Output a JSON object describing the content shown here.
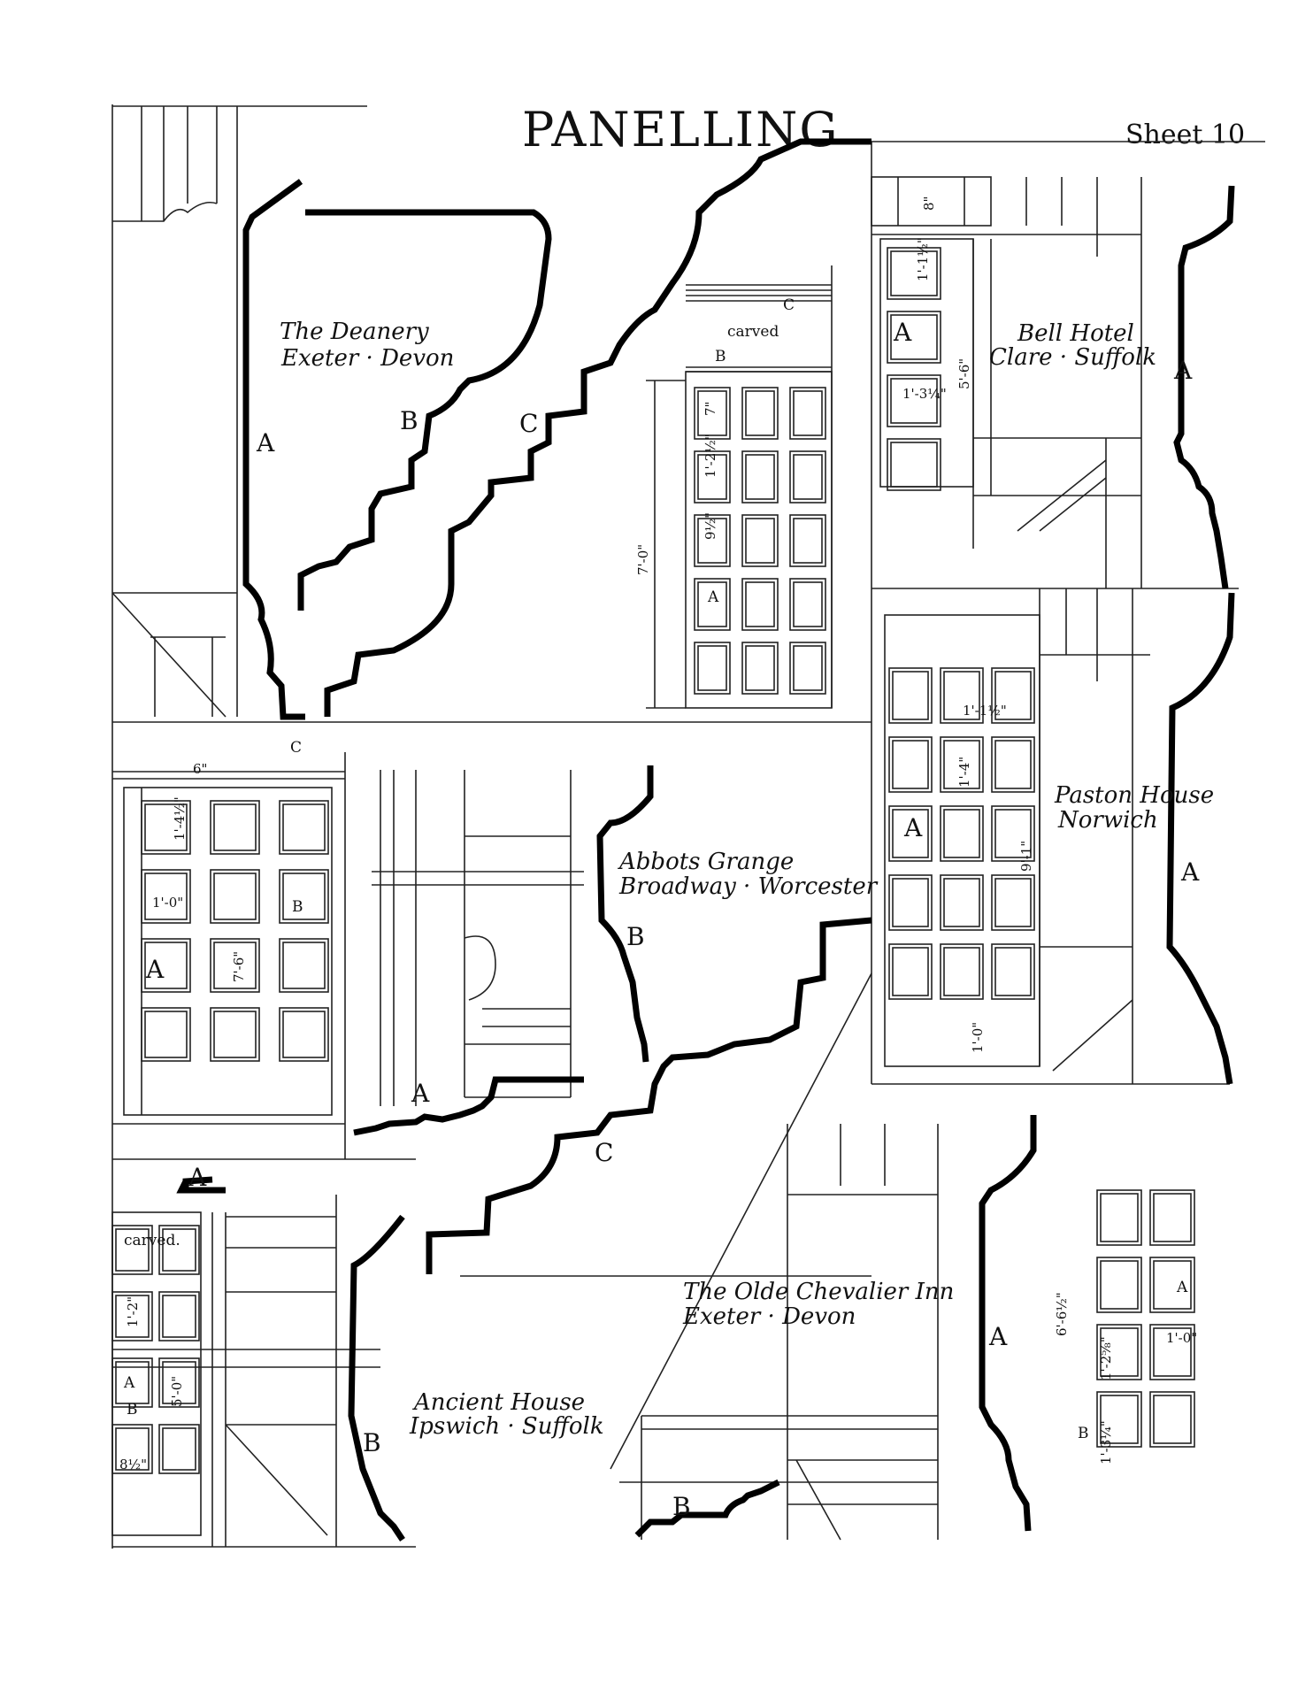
{
  "title": "PANELLING",
  "sheet": "Sheet 10",
  "locations": {
    "deanery": [
      "The Deanery",
      "Exeter · Devon"
    ],
    "bell": [
      "Bell Hotel",
      "Clare · Suffolk"
    ],
    "paston": [
      "Paston House",
      "Norwich"
    ],
    "abbots": [
      "Abbots Grange",
      "Broadway · Worcester"
    ],
    "ancient": [
      "Ancient House",
      "Ipswich · Suffolk"
    ],
    "chevalier": [
      "The Olde Chevalier Inn",
      "Exeter · Devon"
    ]
  },
  "labels": {
    "a": "A",
    "b": "B",
    "c": "C",
    "carved": "carved",
    "carved_dot": "carved."
  },
  "dimensions": {
    "deanery_height": "7'-0\"",
    "deanery_top": "7\"",
    "deanery_w1": "1'-2½\"",
    "deanery_w2": "9½\"",
    "bell_top": "8\"",
    "bell_w": "1'-3¼\"",
    "bell_h": "1'-1½\"",
    "bell_height": "5'-6\"",
    "paston_w": "1'-1½\"",
    "paston_h": "1'-4\"",
    "paston_height": "9'-1\"",
    "paston_base": "1'-0\"",
    "abbots_top": "6\"",
    "abbots_h": "1'-4½\"",
    "abbots_w": "1'-0\"",
    "abbots_height": "7'-6\"",
    "ancient_h": "1'-2\"",
    "ancient_height": "5'-0\"",
    "ancient_base": "8½\"",
    "chev_height": "6'-6½\"",
    "chev_w": "1'-0\"",
    "chev_h": "1'-2⅝\"",
    "chev_base": "1'-3¼\""
  }
}
